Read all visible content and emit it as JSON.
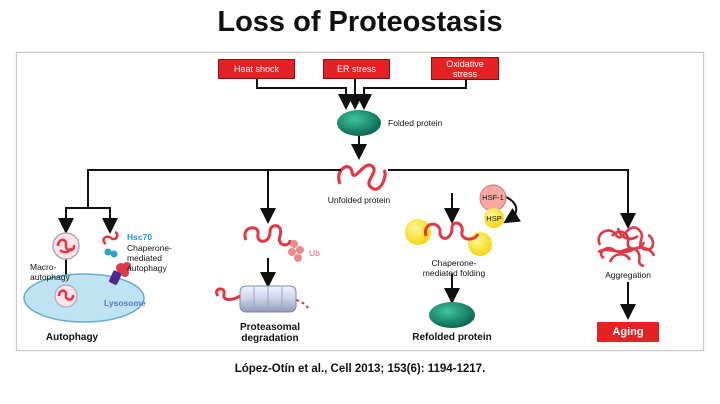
{
  "title": "Loss of Proteostasis",
  "stressors": {
    "heat_shock": "Heat shock",
    "er_stress": "ER stress",
    "oxidative_stress": "Oxidative stress"
  },
  "nodes": {
    "folded_protein": "Folded protein",
    "unfolded_protein": "Unfolded protein",
    "macro_autophagy": "Macro-autophagy",
    "hsc70": "Hsc70",
    "cma": "Chaperone-mediated autophagy",
    "lysosome": "Lysosome",
    "ub": "Ub",
    "hsf1": "HSF-1",
    "hsp": "HSP",
    "chaperone_folding": "Chaperone-mediated folding",
    "aggregation": "Aggregation"
  },
  "outcomes": {
    "autophagy": "Autophagy",
    "proteasomal": "Proteasomal degradation",
    "refolded": "Refolded protein",
    "aging": "Aging"
  },
  "citation": "López-Otín et al., Cell 2013; 153(6): 1194-1217.",
  "colors": {
    "stress_red": "#e42224",
    "teal": "#0f8a6e",
    "protein_red": "#e03845",
    "lysosome_blue": "#bfe3f2"
  }
}
